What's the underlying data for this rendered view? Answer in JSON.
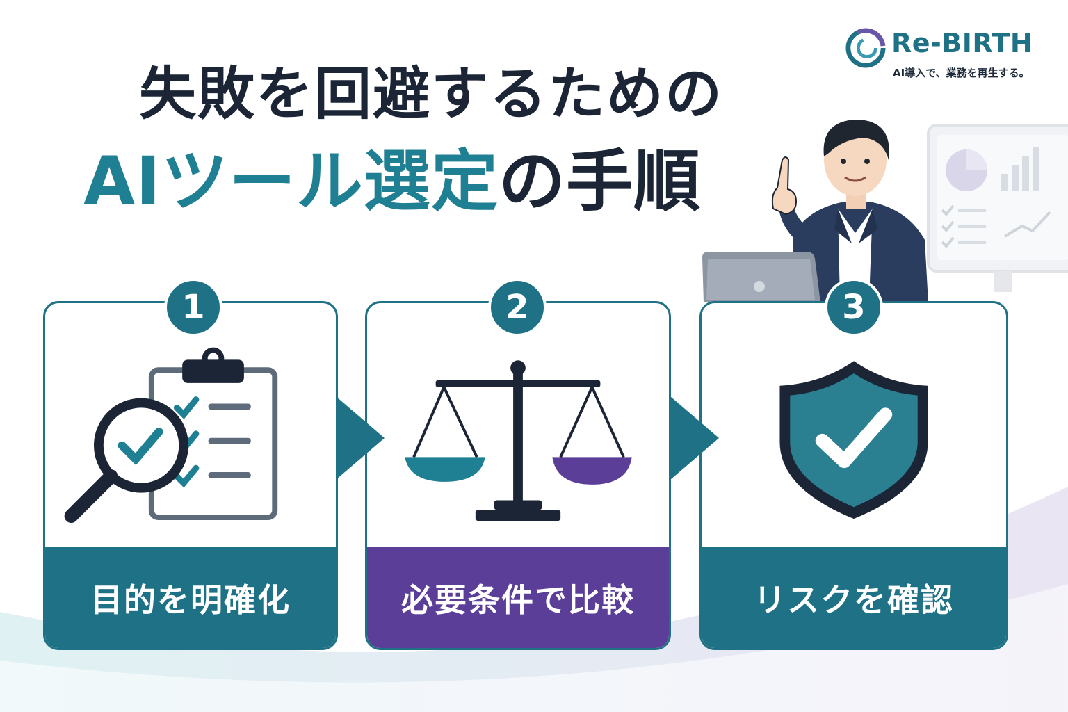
{
  "brand": {
    "name": "Re-BIRTH",
    "tagline": "AI導入で、業務を再生する。",
    "color": "#1f7186"
  },
  "title": {
    "line1": "失敗を回避するための",
    "line2_accent": "AIツール選定",
    "line2_rest": "の手順"
  },
  "colors": {
    "teal": "#1f7186",
    "purple": "#5a3e98",
    "navy": "#1b2536"
  },
  "steps": [
    {
      "number": "1",
      "label": "目的を明確化",
      "icon": "clipboard-magnifier-icon",
      "label_color": "#1f7186"
    },
    {
      "number": "2",
      "label": "必要条件で比較",
      "icon": "balance-scale-icon",
      "label_color": "#5a3e98"
    },
    {
      "number": "3",
      "label": "リスクを確認",
      "icon": "shield-check-icon",
      "label_color": "#1f7186"
    }
  ]
}
